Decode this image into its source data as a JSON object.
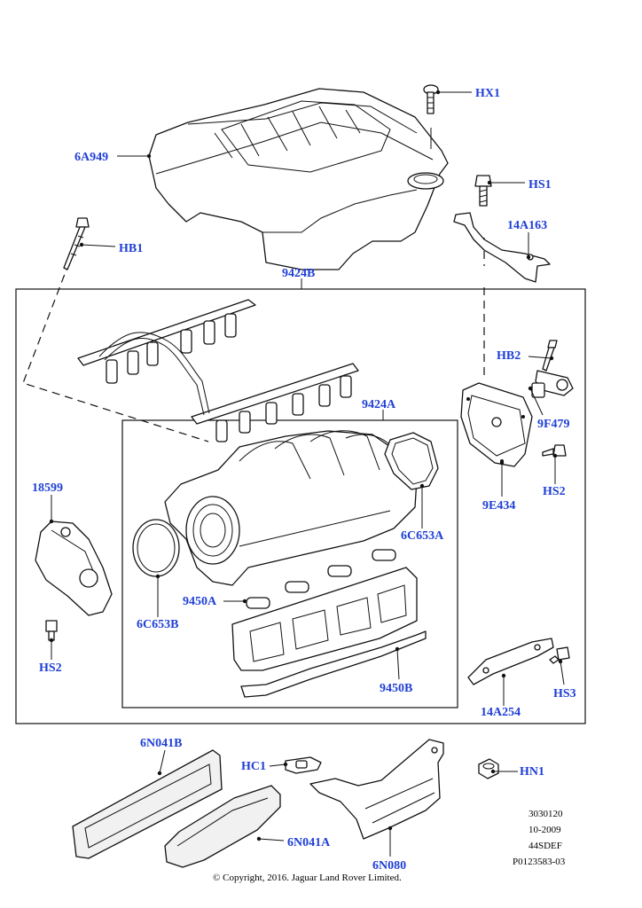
{
  "callouts": {
    "hx1": "HX1",
    "c6a949": "6A949",
    "hs1": "HS1",
    "c14a163": "14A163",
    "hb1": "HB1",
    "c9424b": "9424B",
    "hb2": "HB2",
    "c9424a": "9424A",
    "c9f479": "9F479",
    "c18599": "18599",
    "c9e434": "9E434",
    "hs2_right": "HS2",
    "c6c653a": "6C653A",
    "c9450a": "9450A",
    "c6c653b": "6C653B",
    "hs2_left": "HS2",
    "c9450b": "9450B",
    "hs3": "HS3",
    "c14a254": "14A254",
    "c6n041b": "6N041B",
    "hc1": "HC1",
    "hn1": "HN1",
    "c6n041a": "6N041A",
    "c6n080": "6N080"
  },
  "meta_block": {
    "line1": "3030120",
    "line2": "10-2009",
    "line3": "44SDEF",
    "line4": "P0123583-03"
  },
  "copyright": "© Copyright, 2016. Jaguar Land Rover Limited.",
  "colors": {
    "callout": "#1f3fd6",
    "line": "#111111",
    "background": "#ffffff"
  }
}
